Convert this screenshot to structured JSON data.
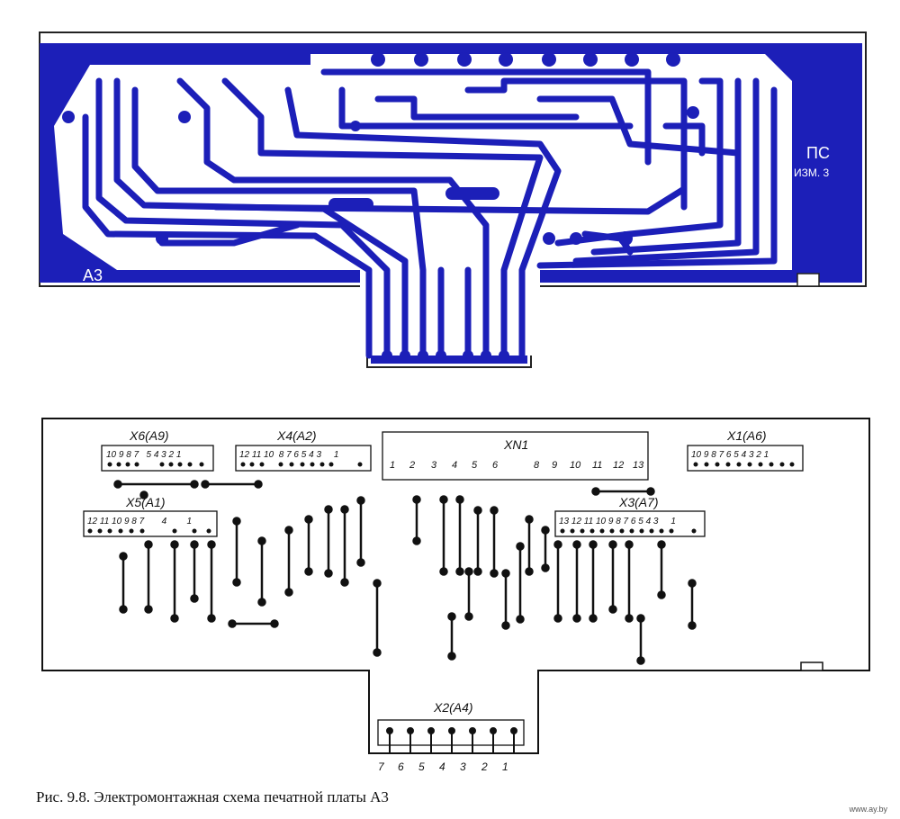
{
  "pcb": {
    "board_label": "А3",
    "mark_title": "ПС",
    "mark_sub": "ИЗМ. 3",
    "copper_color": "#1c1fb8"
  },
  "scheme": {
    "connectors": {
      "x6": {
        "label": "X6(A9)",
        "pins": "10 9 8 7   5 4 3 2 1"
      },
      "x4": {
        "label": "X4(A2)",
        "pins": "12 11 10  8 7 6 5 4 3     1"
      },
      "xn1": {
        "label": "XN1",
        "pins": [
          "1",
          "2",
          "3",
          "4",
          "5",
          "6",
          "8",
          "9",
          "10",
          "11",
          "12",
          "13"
        ]
      },
      "x1": {
        "label": "X1(A6)",
        "pins": "10 9 8 7 6 5 4 3 2 1"
      },
      "x5": {
        "label": "X5(A1)",
        "pins": "12 11 10 9 8 7       4        1"
      },
      "x3": {
        "label": "X3(A7)",
        "pins": "13 12 11 10 9 8 7 6 5 4 3     1"
      },
      "x2": {
        "label": "X2(A4)",
        "pins": [
          "7",
          "6",
          "5",
          "4",
          "3",
          "2",
          "1"
        ]
      }
    }
  },
  "caption": "Рис. 9.8. Электромонтажная схема печатной платы А3",
  "watermark": "www.ay.by"
}
